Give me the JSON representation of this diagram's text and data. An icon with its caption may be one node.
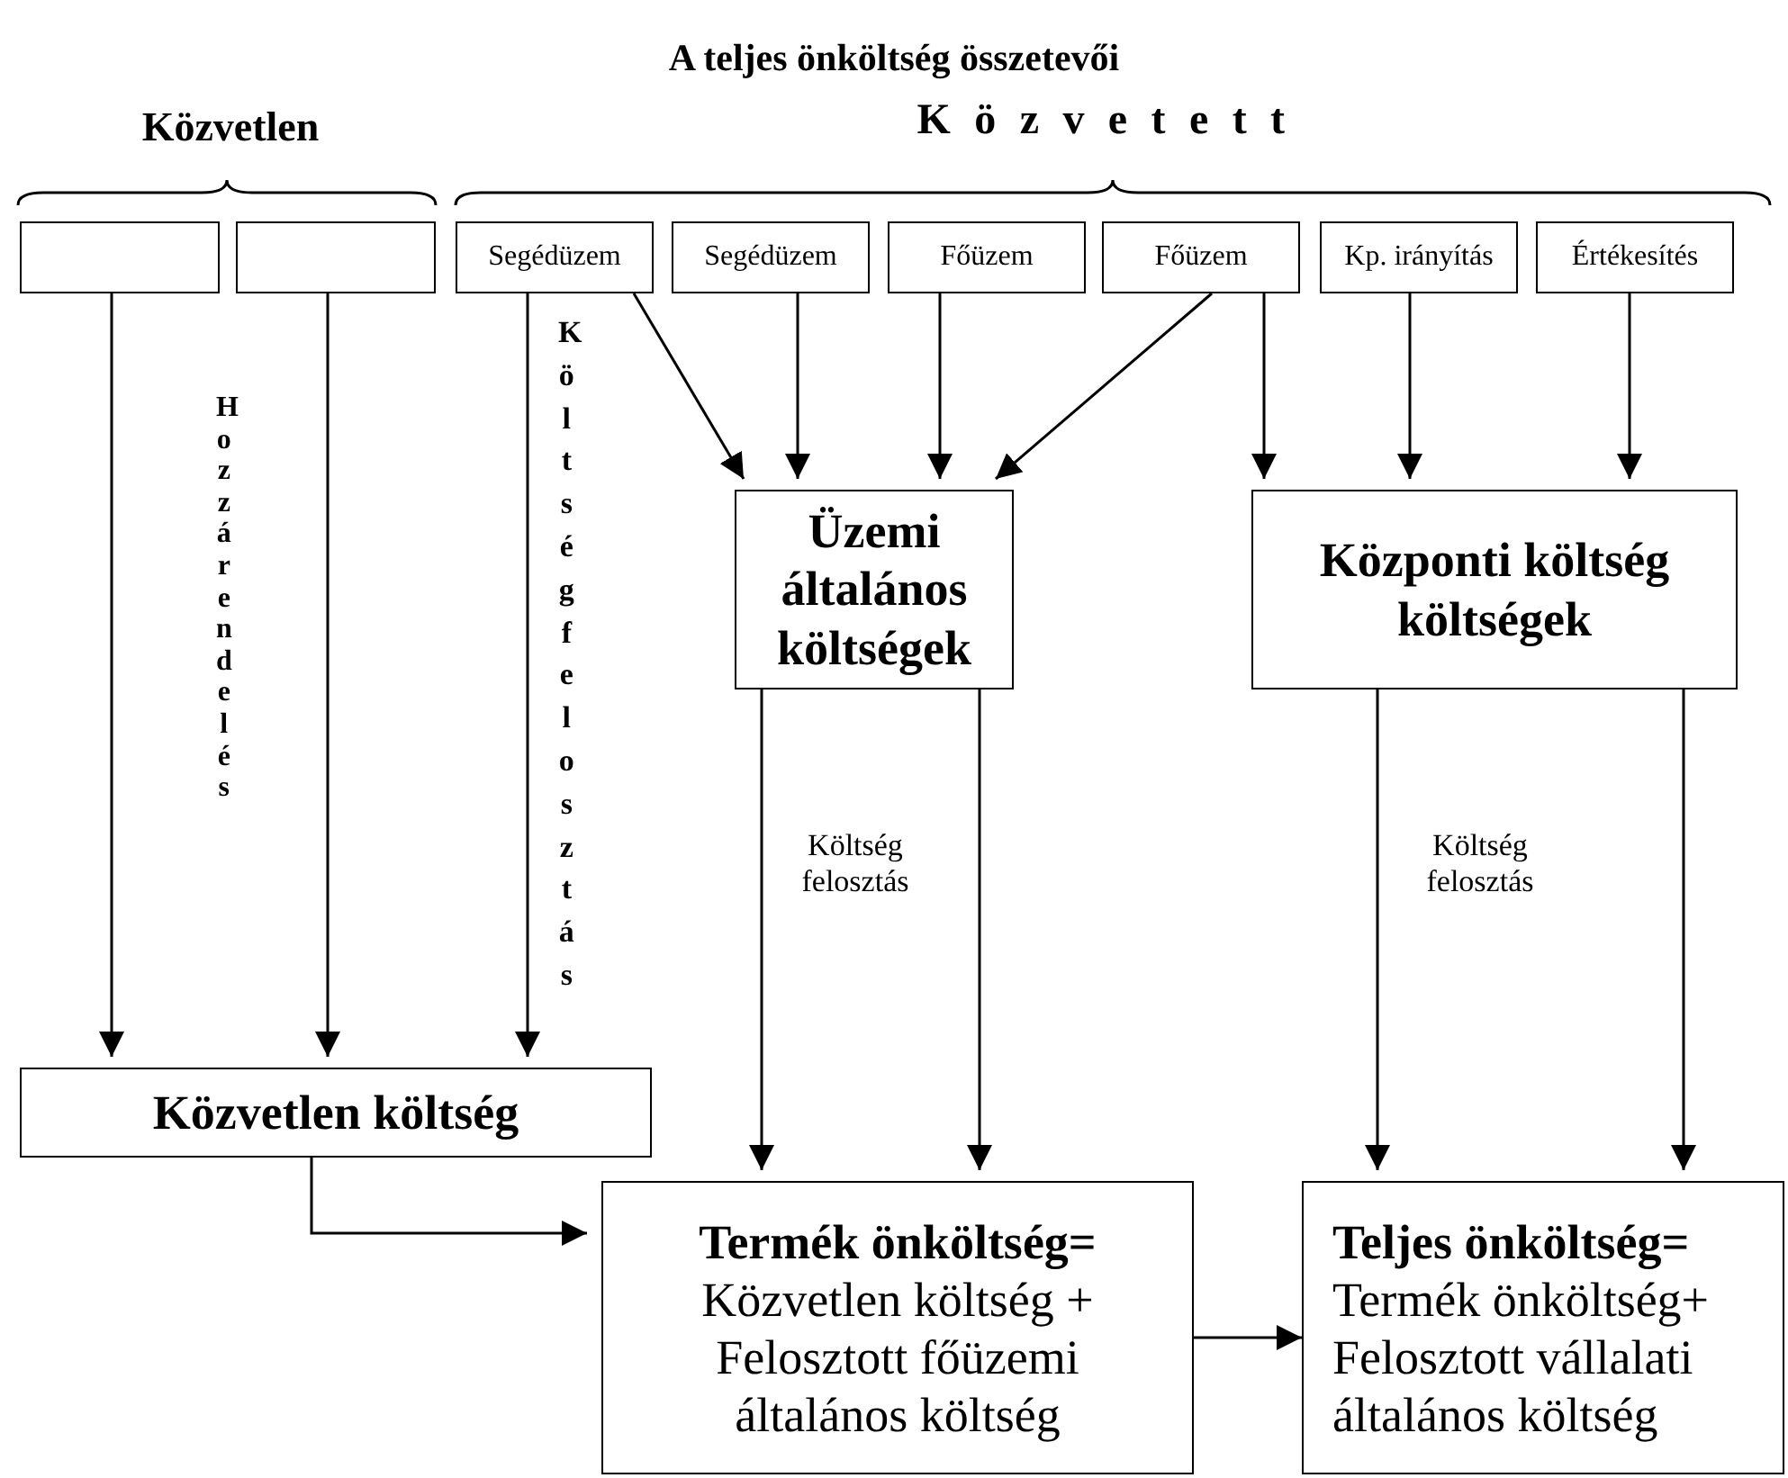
{
  "diagram": {
    "title": "A teljes önköltség összetevői",
    "nodes": [
      {
        "text": [],
        "shape": "box"
      },
      {
        "text": [],
        "shape": "box"
      },
      {
        "text": [
          "Segédüzem"
        ]
      },
      {
        "text": [
          "Segédüzem"
        ]
      },
      {
        "text": [
          "Főüzem"
        ]
      },
      {
        "text": [
          "Főüzem"
        ]
      },
      {
        "text": [
          "Kp. irányítás"
        ]
      },
      {
        "text": [
          "Értékesítés"
        ]
      },
      {
        "text": [
          "Üzemi általános költségek"
        ]
      },
      {
        "text": [
          "Központi költség költségek"
        ]
      },
      {
        "text": [
          "Közvetlen költség"
        ]
      },
      {
        "text": [
          "Termék önköltség=",
          "Közvetlen költség + Felosztott főüzemi általános költség"
        ]
      },
      {
        "text": [
          "Teljes önköltség=",
          "Termék önköltség+ Felosztott vállalati általános költség"
        ]
      }
    ],
    "edges": [
      {
        "from": 0,
        "to": 10,
        "arrow": "to"
      },
      {
        "from": 1,
        "to": 10,
        "arrow": "to"
      },
      {
        "from": 2,
        "to": 10,
        "arrow": "to"
      },
      {
        "from": 2,
        "to": 8,
        "arrow": "to"
      },
      {
        "from": 3,
        "to": 8,
        "arrow": "to"
      },
      {
        "from": 4,
        "to": 8,
        "arrow": "to"
      },
      {
        "from": 5,
        "to": 8,
        "arrow": "to"
      },
      {
        "from": 5,
        "to": 9,
        "arrow": "to"
      },
      {
        "from": 6,
        "to": 9,
        "arrow": "to"
      },
      {
        "from": 7,
        "to": 9,
        "arrow": "to"
      },
      {
        "from": 8,
        "to": 11,
        "arrow": "to"
      },
      {
        "from": 8,
        "to": 11,
        "arrow": "to"
      },
      {
        "from": 9,
        "to": 12,
        "arrow": "to"
      },
      {
        "from": 9,
        "to": 12,
        "arrow": "to"
      },
      {
        "from": 10,
        "to": 11,
        "arrow": "to"
      },
      {
        "from": 11,
        "to": 12,
        "arrow": "to"
      }
    ],
    "labels": [
      "Közvetlen",
      "Közvetett",
      "Hozzárendelés",
      "Költségfelosztás",
      "Költség felosztás",
      "Költség felosztás"
    ]
  }
}
